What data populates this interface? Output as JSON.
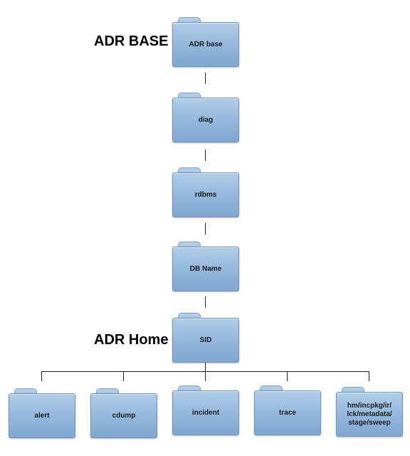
{
  "labels": {
    "adr_base": "ADR BASE",
    "adr_home": "ADR Home"
  },
  "folders": {
    "adr_base": "ADR base",
    "diag": "diag",
    "rdbms": "rdbms",
    "db_name": "DB Name",
    "sid": "SID",
    "alert": "alert",
    "cdump": "cdump",
    "incident": "incident",
    "trace": "trace",
    "other": "hm/incpkg/ir/\nlck/metadata/\nstage/sweep"
  },
  "colors": {
    "folder_top": "#b2cde7",
    "folder_bottom": "#7fa7d0",
    "connector": "#222222"
  }
}
